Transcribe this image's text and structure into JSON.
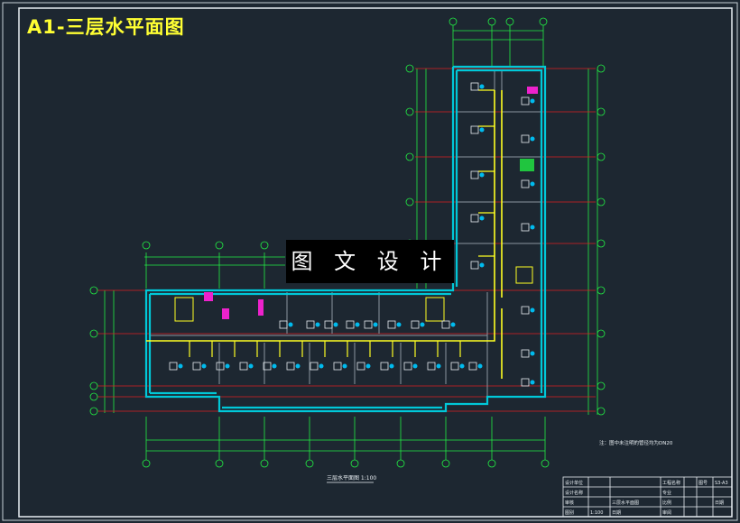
{
  "title": "A1-三层水平面图",
  "watermark": "图 文 设 计",
  "note": "注：图中未注明的管径均为DN20",
  "plan_caption": "三层水平面图 1:100",
  "title_block": {
    "rows": [
      [
        "设计单位",
        "",
        "",
        "工程名称",
        "",
        "图号",
        "S3-A3"
      ],
      [
        "设计名称",
        "",
        "",
        "专业",
        "",
        "",
        ""
      ],
      [
        "审核",
        "",
        "三层水平面图",
        "比例",
        "",
        "",
        "日期"
      ],
      [
        "图别",
        "1:100",
        "日期",
        "审阅",
        "",
        "",
        ""
      ]
    ]
  },
  "colors": {
    "background": "#1d2731",
    "wall": "#00c8d8",
    "axis": "#22ee44",
    "red_line": "#dd2222",
    "pipe": "#ffff22",
    "equipment": "#00bbee",
    "magenta": "#ee22cc",
    "white": "#e8eef2"
  }
}
